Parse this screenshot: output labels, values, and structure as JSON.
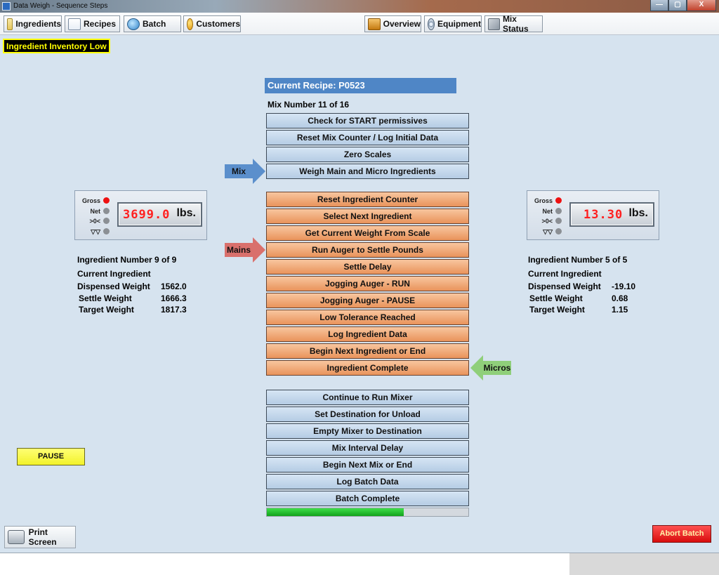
{
  "window": {
    "title": "Data Weigh - Sequence Steps",
    "min_btn": "—",
    "max_btn": "▢",
    "close_btn": "X"
  },
  "toolbar": {
    "left": [
      {
        "label": "Ingredients",
        "icon": "ingredients-icon"
      },
      {
        "label": "Recipes",
        "icon": "recipes-icon"
      },
      {
        "label": "Batch",
        "icon": "batch-icon"
      },
      {
        "label": "Customers",
        "icon": "customers-icon"
      }
    ],
    "right": [
      {
        "label": "Overview",
        "icon": "overview-icon"
      },
      {
        "label": "Equipment",
        "icon": "equipment-icon"
      },
      {
        "label": "Mix Status",
        "icon": "mix-status-icon"
      }
    ]
  },
  "alert": {
    "text": "Ingredient Inventory Low",
    "color": "#ffff00"
  },
  "recipe": {
    "label": "Current Recipe: P0523"
  },
  "mix": {
    "label": "Mix Number  11  of  16"
  },
  "steps": {
    "mix": [
      "Check for START permissives",
      "Reset Mix Counter / Log Initial Data",
      "Zero Scales",
      "Weigh Main and Micro Ingredients"
    ],
    "ingredient": [
      "Reset Ingredient Counter",
      "Select Next Ingredient",
      "Get Current Weight From Scale",
      "Run Auger to Settle Pounds",
      "Settle Delay",
      "Jogging Auger - RUN",
      "Jogging Auger - PAUSE",
      "Low Tolerance Reached",
      "Log Ingredient Data",
      "Begin Next Ingredient or End",
      "Ingredient Complete"
    ],
    "finish": [
      "Continue to Run Mixer",
      "Set Destination for Unload",
      "Empty Mixer to Destination",
      "Mix Interval Delay",
      "Begin Next Mix or End",
      "Log Batch Data",
      "Batch Complete"
    ]
  },
  "progress": {
    "fraction": 0.68,
    "color": "#22c42e"
  },
  "arrows": {
    "mix": {
      "label": "Mix",
      "color": "#5b8fcc"
    },
    "mains": {
      "label": "Mains",
      "color": "#d9706c"
    },
    "micros": {
      "label": "Micros",
      "color": "#8fcf7a"
    }
  },
  "scale_left": {
    "indicators": [
      "Gross",
      "Net",
      ">0<",
      "▽▽"
    ],
    "active_indicator": "Gross",
    "value": "3699.0",
    "unit": "lbs."
  },
  "scale_right": {
    "indicators": [
      "Gross",
      "Net",
      ">0<",
      "▽▽"
    ],
    "active_indicator": "Gross",
    "value": "13.30",
    "unit": "lbs."
  },
  "mains_info": {
    "ingredient_number": "Ingredient Number   9  of  9",
    "current_ingredient": "Current Ingredient",
    "dispensed_label": "Dispensed Weight",
    "dispensed_value": "1562.0",
    "settle_label": "Settle Weight",
    "settle_value": "1666.3",
    "target_label": "Target Weight",
    "target_value": "1817.3"
  },
  "micros_info": {
    "ingredient_number": "Ingredient Number   5  of  5",
    "current_ingredient": "Current Ingredient",
    "dispensed_label": "Dispensed Weight",
    "dispensed_value": "-19.10",
    "settle_label": "Settle Weight",
    "settle_value": "0.68",
    "target_label": "Target Weight",
    "target_value": "1.15"
  },
  "buttons": {
    "pause": "PAUSE",
    "print_screen": "Print Screen",
    "abort": "Abort Batch"
  }
}
